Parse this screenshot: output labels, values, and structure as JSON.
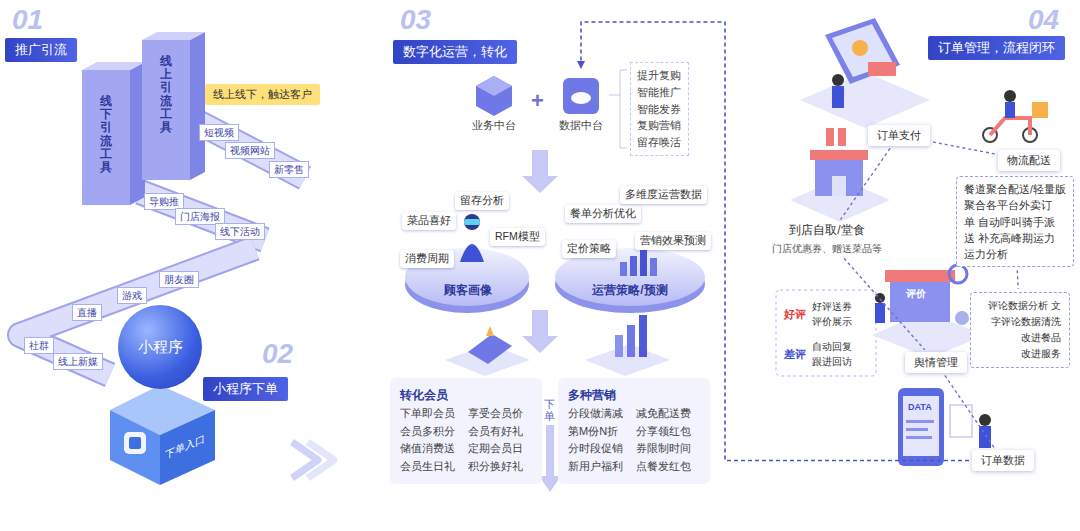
{
  "diagram": {
    "nodes": [
      {
        "text": [
          "推广引流"
        ]
      },
      {
        "text": [
          "线上线下，触达客户"
        ]
      },
      {
        "text": [
          "线下引流工具"
        ]
      },
      {
        "text": [
          "线上引流工具"
        ]
      },
      {
        "text": [
          "短视频"
        ]
      },
      {
        "text": [
          "视频网站"
        ]
      },
      {
        "text": [
          "新零售"
        ]
      },
      {
        "text": [
          "导购推"
        ]
      },
      {
        "text": [
          "门店海报"
        ]
      },
      {
        "text": [
          "线下活动"
        ]
      },
      {
        "text": [
          "朋友圈"
        ]
      },
      {
        "text": [
          "游戏"
        ]
      },
      {
        "text": [
          "直播"
        ]
      },
      {
        "text": [
          "社群"
        ]
      },
      {
        "text": [
          "线上新媒"
        ]
      },
      {
        "text": [
          "小程序"
        ]
      },
      {
        "text": [
          "小程序下单"
        ]
      },
      {
        "text": [
          "下单入口"
        ]
      },
      {
        "text": [
          "数字化运营，转化"
        ]
      },
      {
        "text": [
          "业务中台"
        ]
      },
      {
        "text": [
          "数据中台"
        ]
      },
      {
        "text": [
          "提升复购 智能推广 智能发券 复购营销 留存唤活"
        ]
      },
      {
        "text": [
          "顾客画像"
        ]
      },
      {
        "text": [
          "菜品喜好"
        ]
      },
      {
        "text": [
          "留存分析"
        ]
      },
      {
        "text": [
          "RFM模型"
        ]
      },
      {
        "text": [
          "消费周期"
        ]
      },
      {
        "text": [
          "运营策略/预测"
        ]
      },
      {
        "text": [
          "餐单分析优化"
        ]
      },
      {
        "text": [
          "多维度运营数据"
        ]
      },
      {
        "text": [
          "定价策略"
        ]
      },
      {
        "text": [
          "营销效果预测"
        ]
      },
      {
        "text": [
          "转化会员",
          "下单即会员 会员多积分 储值消费送 会员生日礼",
          "享受会员价 会员有好礼 定期会员日 积分换好礼"
        ]
      },
      {
        "text": [
          "多种营销",
          "分段做满减 第M份N折 分时段促销 新用户福利",
          "减免配送费 分享领红包 券限制时间 点餐发红包"
        ]
      },
      {
        "text": [
          "订单管理，流程闭环"
        ]
      },
      {
        "text": [
          "订单支付"
        ]
      },
      {
        "text": [
          "物流配送"
        ]
      },
      {
        "text": [
          "餐道聚合配送/轻量版",
          "聚合各平台外卖订单 自动呼叫骑手派送 补充高峰期运力 运力分析"
        ]
      },
      {
        "text": [
          "到店自取/堂食",
          "门店优惠券、赠送菜品等"
        ]
      },
      {
        "text": [
          "舆情管理"
        ]
      },
      {
        "text": [
          "好评",
          "好评送券 评价展示"
        ]
      },
      {
        "text": [
          "差评",
          "自动回复 跟进回访"
        ]
      },
      {
        "text": [
          "评论数据分析 文字评论数据清洗",
          "改进餐品 改进服务"
        ]
      },
      {
        "text": [
          "订单数据"
        ]
      }
    ],
    "edges": [
      {
        "from": 43,
        "to": 20,
        "arrow": "to"
      },
      {
        "from": 35,
        "to": 36,
        "arrow": "none"
      },
      {
        "from": 35,
        "to": 38,
        "arrow": "none"
      },
      {
        "from": 38,
        "to": 39,
        "arrow": "none"
      },
      {
        "from": 37,
        "to": 42,
        "arrow": "none"
      },
      {
        "from": 39,
        "to": 43,
        "arrow": "none"
      }
    ],
    "labels": [
      "01",
      "02",
      "03",
      "04",
      "+",
      "下单",
      "评价",
      "DATA"
    ]
  }
}
